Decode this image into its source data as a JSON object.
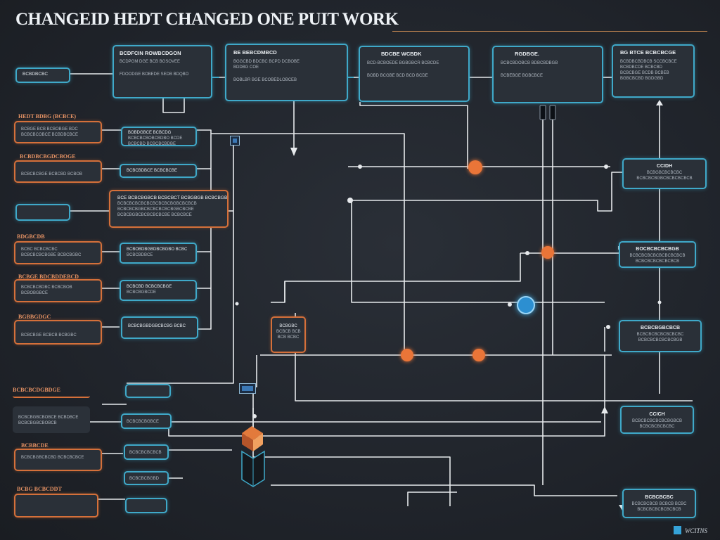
{
  "title": "CHANGEID HEDT CHANGED ONE PUIT WORK",
  "footer": "WCITNS",
  "colors": {
    "background": "#1f2329",
    "teal": "#3fa9c9",
    "orange": "#d5703a",
    "wire": "#e6e9ec",
    "accent_rule": "#c98a52",
    "logo": "#35a3d8"
  },
  "top_boxes": [
    {
      "title": "BCDFCIN ROWBCDGON",
      "lines": [
        "BCDPGM DGE BCB BGSOVEE",
        "",
        "FDOODGE BOBEDE SEDB BDQBO"
      ]
    },
    {
      "title": "BE BEBCDMBCD",
      "lines": [
        "BGGCBD BDCBC BCPD DCBOBE",
        "BDDBG COE",
        "BOBLBR BGE BCOBEDLOBCEB"
      ]
    },
    {
      "title": "BDCBE WCBDK",
      "lines": [
        "BCD-BCBOEDE BGBGBCR BCBCDE",
        "",
        "BOBD BCGBE BCD BCD BCDE"
      ]
    },
    {
      "title": "RGDBGE.",
      "lines": [
        "BCBCBDOBCB BDBCBDBGB",
        "",
        "BCBEBGE BGBCBCE"
      ]
    },
    {
      "title": "BG BTCE BCBCBCGE",
      "lines": [
        "BCBDBCBDBCB SCCBCBCE",
        "BCBDBCDE BCBCBD",
        "BCBCBGE BCDB BCBEB",
        "BGBCBCBD BGDGBD"
      ]
    }
  ],
  "left_tags": [
    {
      "text": "BCBDBCBC"
    },
    {
      "text": "HEDT BDBG (BCBCE)"
    },
    {
      "text": "BCBDBCBGDCBOGE"
    },
    {
      "text": ""
    },
    {
      "text": "BDGBCDB"
    },
    {
      "text": "BCBGE BDCBDDEBCD"
    },
    {
      "text": "BGBBGDGC"
    },
    {
      "text": "BCBCBCDGBDGE"
    },
    {
      "text": "BCBBCDE"
    },
    {
      "text": "BCBG BCBCDDT"
    }
  ],
  "left_boxes": [
    {
      "lines": [
        "BCBGE BCB BCBOBGE BDC",
        "BCBCBCOBCE BCBDBCBCE"
      ]
    },
    {
      "lines": [
        "BCBCBCBGE BCBCBD BCBOB"
      ]
    },
    {
      "lines": [
        ""
      ]
    },
    {
      "lines": [
        "BCBC BCBCBCBC",
        "BCBCBCBCBGBE BCBCBGBC"
      ]
    },
    {
      "lines": [
        "BCBCBCBDBC BCBCBOB",
        "BCBOBGBCE"
      ]
    },
    {
      "lines": [
        "BCBCBGE BCBCB BCBGBC"
      ]
    },
    {
      "lines": [
        ""
      ]
    },
    {
      "lines": [
        "BCBCBGBCBOBCE BCBDBCE",
        "BCBCBGBCBOBCB"
      ]
    },
    {
      "lines": [
        "BCBCBGBCBCBD BCBCBCBCE"
      ]
    },
    {
      "lines": [
        ""
      ]
    }
  ],
  "inner_boxes": [
    {
      "title": "BOBDGBCE BCBCDG",
      "lines": [
        "BCBCBCBOBCBDBO BCDE",
        "BCBCBD BCBCBCBDBE"
      ]
    },
    {
      "title": "BCBCBDBCE BCBCBCBE",
      "lines": []
    },
    {
      "title": "BCBOBDBGBDBCBGBO BCBC",
      "lines": [
        "BCBCBDBCE"
      ]
    },
    {
      "title": "BCBCBD BCBCBCBGE",
      "lines": [
        "BCBCBGBCDE"
      ]
    },
    {
      "title": "BCBCBGBDGBCBCBG BCBC",
      "lines": []
    },
    {
      "title": "",
      "lines": []
    },
    {
      "title": "BCBCBCBGBCE",
      "lines": []
    },
    {
      "title": "BCBCBCBCBCB",
      "lines": []
    },
    {
      "title": "BCBCBCBGBD",
      "lines": []
    },
    {
      "title": "",
      "lines": []
    }
  ],
  "callout": {
    "title": "BCE BCBCBGBCB BCBCBCT BCBGBGB BCBCBGB",
    "lines": [
      "BCBCBCBCBCBCBCBCBCBGBCBCBCB",
      "BCBCBCBGBCBCBCBCBCBGBCBCBE",
      "BCBCBGBCBCBCBCBCBE BCBCBCE",
      "BCBCBCBCBCBCE"
    ]
  },
  "center_box": {
    "lines": [
      "BCBGBC",
      "BCBCB BCB",
      "BCB BCBC"
    ]
  },
  "right_boxes": [
    {
      "title": "CCIDH",
      "lines": [
        "BCBGBCBCBCBC",
        "BCBCBCBGBCBCBCBCBCB"
      ]
    },
    {
      "title": "BOCBCBCBCBGB",
      "lines": [
        "BCBCBCBCBCBCBCBCBCB",
        "BCBCBCBCBCBCBCB"
      ]
    },
    {
      "title": "BCBCBGBCBCB",
      "lines": [
        "BCBCBCBCBCBCBCBC",
        "BCBCBCBCBCBCBGB"
      ]
    },
    {
      "title": "CCICH",
      "lines": [
        "BCBCBCBCBCBCBGBCB",
        "BCBCBCBCBCBC"
      ]
    },
    {
      "title": "BCBCBCBC",
      "lines": [
        "BCBCBCBCB BCBCB BCBC",
        "BCBCBCBCBCBCBCB"
      ]
    }
  ]
}
